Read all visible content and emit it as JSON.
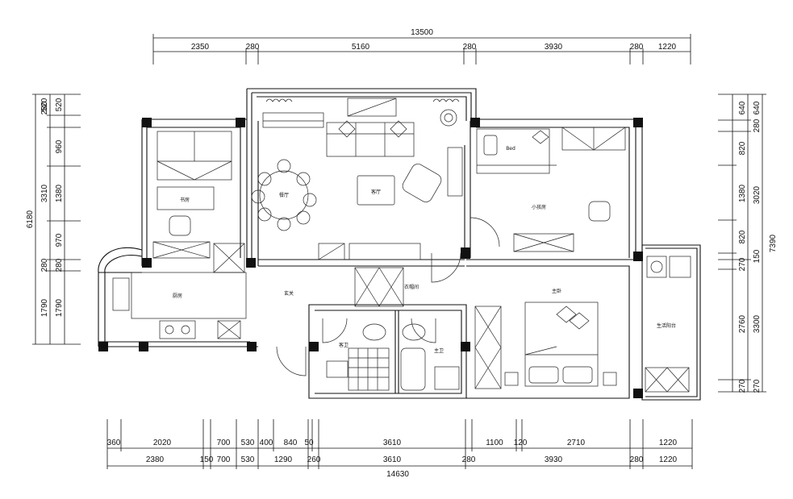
{
  "dimensions": {
    "top_total": "13500",
    "top_segments": [
      "2350",
      "280",
      "5160",
      "280",
      "3930",
      "280",
      "1220"
    ],
    "bottom_total": "14630",
    "bottom_row1": [
      "360",
      "2020",
      "700",
      "530",
      "400",
      "840",
      "50",
      "3610",
      "1100",
      "120",
      "2710",
      "1220"
    ],
    "bottom_row2": [
      "2380",
      "150",
      "700",
      "530",
      "1290",
      "260",
      "3610",
      "280",
      "3930",
      "280",
      "1220"
    ],
    "left_total": "6180",
    "left_outer": [
      "280",
      "3310",
      "280",
      "1790"
    ],
    "left_inner": [
      "520",
      "520",
      "960",
      "1380",
      "970",
      "280",
      "1790"
    ],
    "right_total": "7390",
    "right_outer": [
      "640",
      "280",
      "3020",
      "150",
      "3300",
      "270"
    ],
    "right_inner": [
      "640",
      "820",
      "1380",
      "820",
      "270",
      "2760",
      "270"
    ]
  },
  "rooms": {
    "bedroom_left": "书房",
    "dining": "餐厅",
    "living": "客厅",
    "study": "小孩房",
    "kitchen": "厨房",
    "hall": "玄关",
    "closet": "衣帽间",
    "guest_bath": "客卫",
    "master_bath": "主卫",
    "master_bed": "主卧",
    "balcony": "生活阳台",
    "bed_tag": "Bed"
  }
}
